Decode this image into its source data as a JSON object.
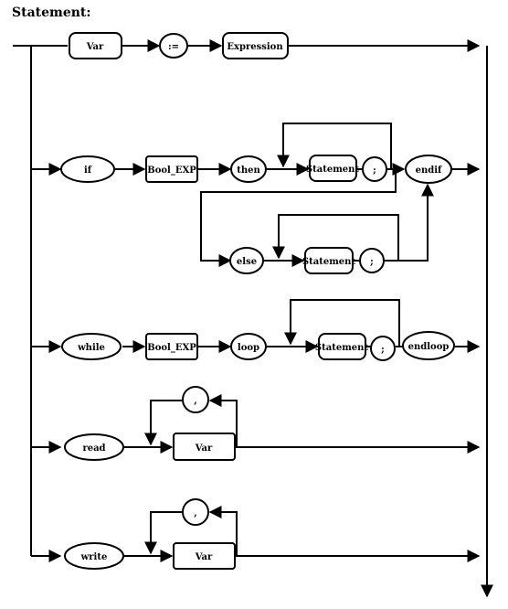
{
  "title": "Statement:",
  "labels": {
    "var": "Var",
    "assign": ":=",
    "expression": "Expression",
    "if": "if",
    "bool_exp": "Bool_EXP",
    "then": "then",
    "statement": "Statement",
    "semicolon": ";",
    "endif": "endif",
    "else": "else",
    "while": "while",
    "loop": "loop",
    "endloop": "endloop",
    "read": "read",
    "write": "write",
    "comma": ","
  }
}
